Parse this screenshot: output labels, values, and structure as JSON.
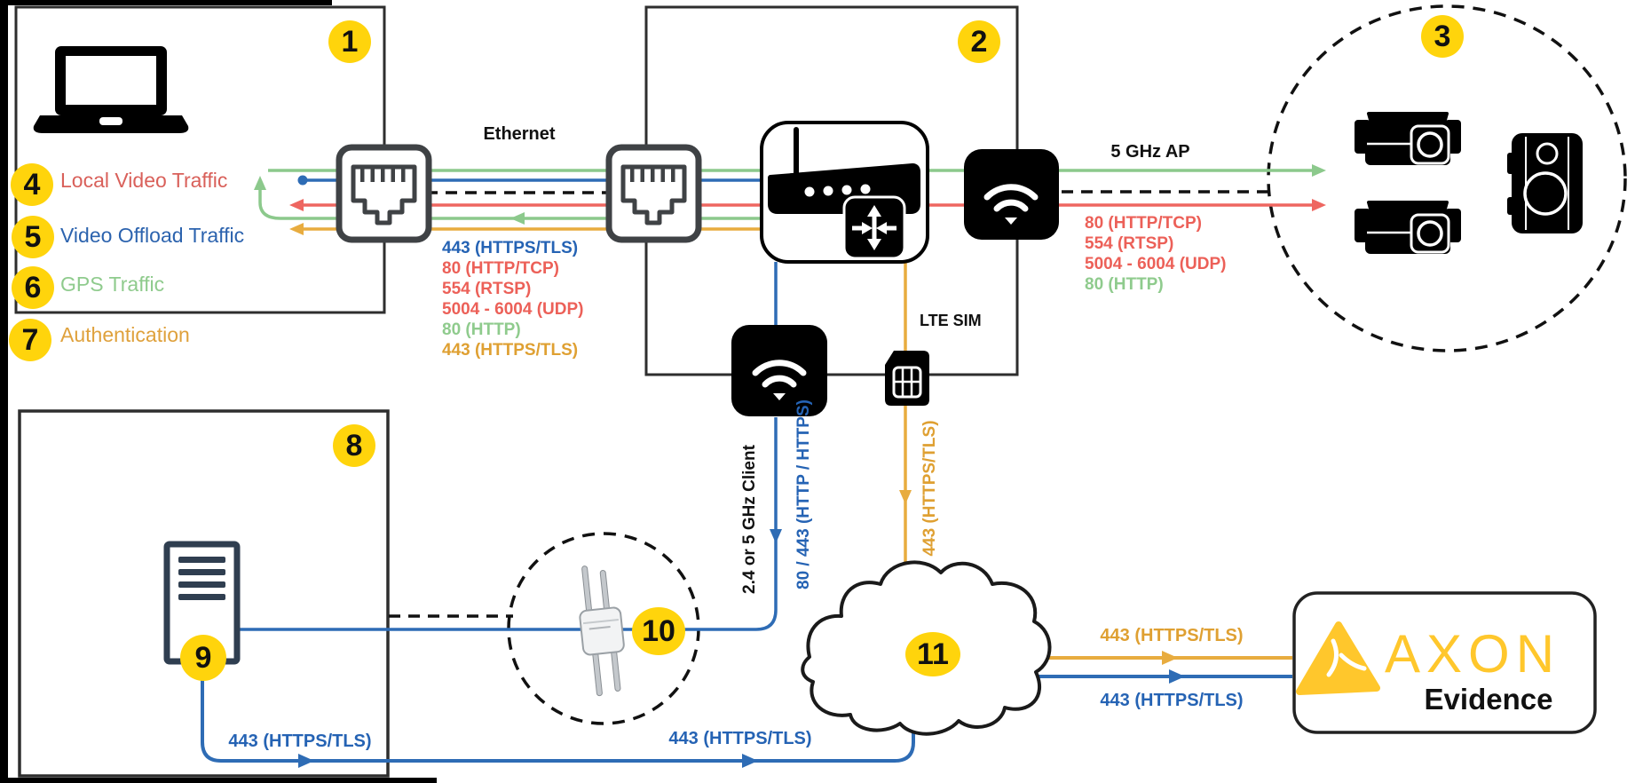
{
  "badges": {
    "n1": "1",
    "n2": "2",
    "n3": "3",
    "n4": "4",
    "n5": "5",
    "n6": "6",
    "n7": "7",
    "n8": "8",
    "n9": "9",
    "n10": "10",
    "n11": "11"
  },
  "legend": {
    "items": [
      {
        "label": "Local Video Traffic",
        "color": "#D9605A"
      },
      {
        "label": "Video Offload Traffic",
        "color": "#2C63AE"
      },
      {
        "label": "GPS Traffic",
        "color": "#8FCB8D"
      },
      {
        "label": "Authentication",
        "color": "#DFA13C"
      }
    ]
  },
  "eth": {
    "title": "Ethernet",
    "ports": [
      {
        "t": "443 (HTTPS/TLS)",
        "color": "#2563B4"
      },
      {
        "t": "80 (HTTP/TCP)",
        "color": "#EC6058"
      },
      {
        "t": "554 (RTSP)",
        "color": "#EC6058"
      },
      {
        "t": "5004 - 6004 (UDP)",
        "color": "#EC6058"
      },
      {
        "t": "80 (HTTP)",
        "color": "#8FCB8D"
      },
      {
        "t": "443 (HTTPS/TLS)",
        "color": "#DFA032"
      }
    ]
  },
  "ap5": {
    "title": "5 GHz AP",
    "ports": [
      {
        "t": "80 (HTTP/TCP)",
        "color": "#EC6058"
      },
      {
        "t": "554 (RTSP)",
        "color": "#EC6058"
      },
      {
        "t": "5004 - 6004 (UDP)",
        "color": "#EC6058"
      },
      {
        "t": "80 (HTTP)",
        "color": "#8FCB8D"
      }
    ]
  },
  "sim": {
    "label": "LTE SIM",
    "port_label": "443 (HTTPS/TLS)"
  },
  "wifi_client": {
    "label": "2.4 or 5 GHz Client",
    "port_label": "80 / 443 (HTTP / HTTPS)"
  },
  "server_links": {
    "label1": "443 (HTTPS/TLS)",
    "label2": "443 (HTTPS/TLS)"
  },
  "cloud_links": {
    "to_axon_top": "443 (HTTPS/TLS)",
    "to_axon_bottom": "443 (HTTPS/TLS)"
  },
  "axon": {
    "brand": "AXON",
    "product": "Evidence"
  },
  "colors": {
    "badge_yellow": "#FFD40C",
    "axon_yellow": "#FFC72C",
    "line_green": "#8CC98C",
    "line_blue": "#2E6CB5",
    "line_red": "#EE6660",
    "line_orange": "#E8AC3F",
    "dashed_black": "#111111"
  }
}
